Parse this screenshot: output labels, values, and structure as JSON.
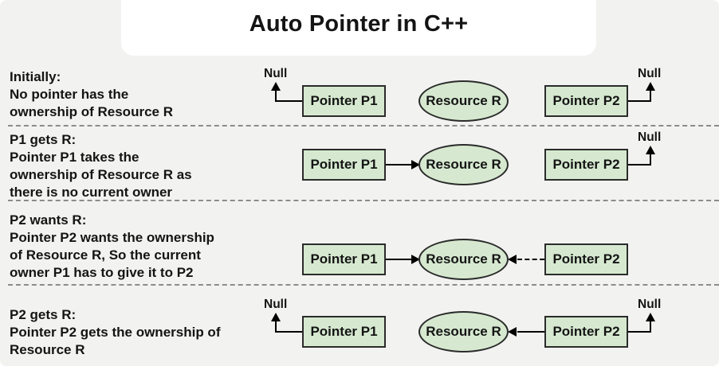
{
  "title": "Auto Pointer in C++",
  "node_labels": {
    "pointer_p1": "Pointer P1",
    "pointer_p2": "Pointer P2",
    "resource": "Resource R",
    "null_value": "Null"
  },
  "rows": [
    {
      "lines": [
        "Initially:",
        "No pointer has the",
        "ownership of Resource R"
      ]
    },
    {
      "lines": [
        "P1 gets R:",
        "Pointer P1 takes the",
        "ownership of Resource R as",
        "there is no current owner"
      ]
    },
    {
      "lines": [
        "P2 wants R:",
        "Pointer P2 wants the ownership",
        "of Resource R, So the current",
        "owner P1 has to give it to P2"
      ]
    },
    {
      "lines": [
        "P2 gets R:",
        "Pointer P2 gets the ownership of",
        "Resource R"
      ]
    }
  ],
  "colors": {
    "background": "#f2f2f0",
    "card": "#ffffff",
    "node_fill": "#d6e9d0",
    "node_border": "#2b2b2b",
    "text": "#141414",
    "separator": "#8c8c8c",
    "arrow": "#000000"
  }
}
